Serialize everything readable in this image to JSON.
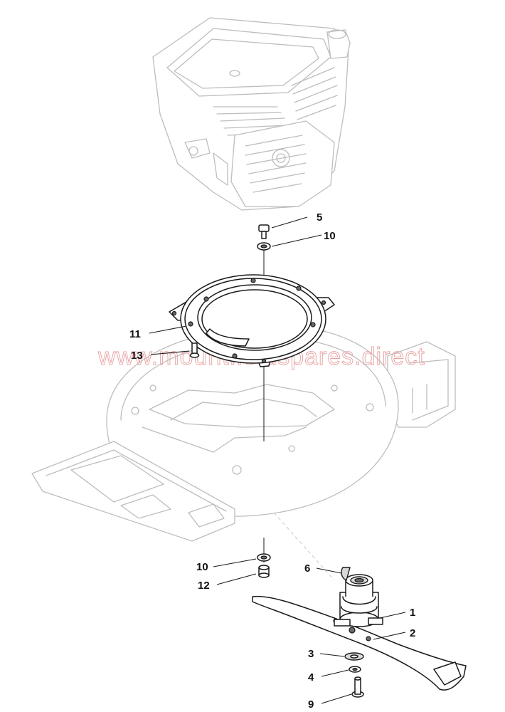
{
  "watermark": "www.mountfieldspares.direct",
  "callouts": [
    {
      "id": "1",
      "label": "1"
    },
    {
      "id": "2",
      "label": "2"
    },
    {
      "id": "3",
      "label": "3"
    },
    {
      "id": "4",
      "label": "4"
    },
    {
      "id": "5",
      "label": "5"
    },
    {
      "id": "6",
      "label": "6"
    },
    {
      "id": "9",
      "label": "9"
    },
    {
      "id": "10-top",
      "label": "10"
    },
    {
      "id": "10-bottom",
      "label": "10"
    },
    {
      "id": "11",
      "label": "11"
    },
    {
      "id": "12",
      "label": "12"
    },
    {
      "id": "13",
      "label": "13"
    }
  ],
  "colors": {
    "ghost": "#bdbdbd",
    "part": "#1a1a1a",
    "watermark": "#e8a0a0"
  }
}
